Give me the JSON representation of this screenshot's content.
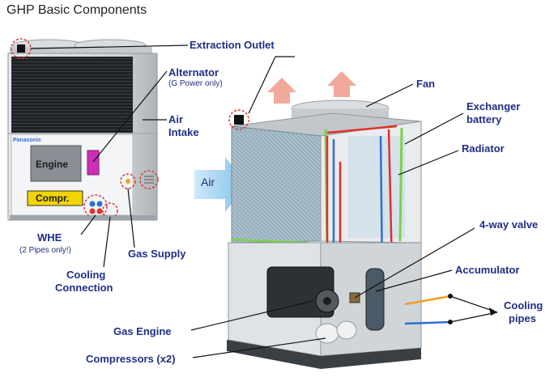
{
  "title": "GHP Basic Components",
  "left_unit": {
    "engine_label": "Engine",
    "compr_label": "Compr.",
    "brand_label": "Panasonic"
  },
  "air_arrow_label": "Air",
  "labels": {
    "extraction_outlet": "Extraction Outlet",
    "alternator": "Alternator",
    "alternator_note": "(G Power only)",
    "air_intake_1": "Air",
    "air_intake_2": "Intake",
    "whe": "WHE",
    "whe_note": "(2 Pipes only!)",
    "cooling_connection_1": "Cooling",
    "cooling_connection_2": "Connection",
    "gas_supply": "Gas Supply",
    "fan": "Fan",
    "exchanger_battery_1": "Exchanger",
    "exchanger_battery_2": "battery",
    "radiator": "Radiator",
    "four_way_valve": "4-way valve",
    "accumulator": "Accumulator",
    "cooling_pipes_1": "Cooling",
    "cooling_pipes_2": "pipes",
    "gas_engine": "Gas Engine",
    "compressors": "Compressors (x2)"
  },
  "colors": {
    "label_text": "#1f2f86",
    "marker_ring": "#d93a3a",
    "engine_magenta": "#cc2fb5",
    "compr_yellow": "#f2d400",
    "exhaust_arrow": "#f1a99c",
    "air_arrow": "#9fd0ef",
    "refrigerant_red": "#e0302b",
    "coolant_blue": "#2e6fd0",
    "pipe_green": "#7ed04c",
    "pipe_orange": "#f0a020"
  },
  "icons": {
    "marker": "dashed-circle-marker",
    "exhaust": "up-arrow",
    "airflow": "right-arrow"
  }
}
